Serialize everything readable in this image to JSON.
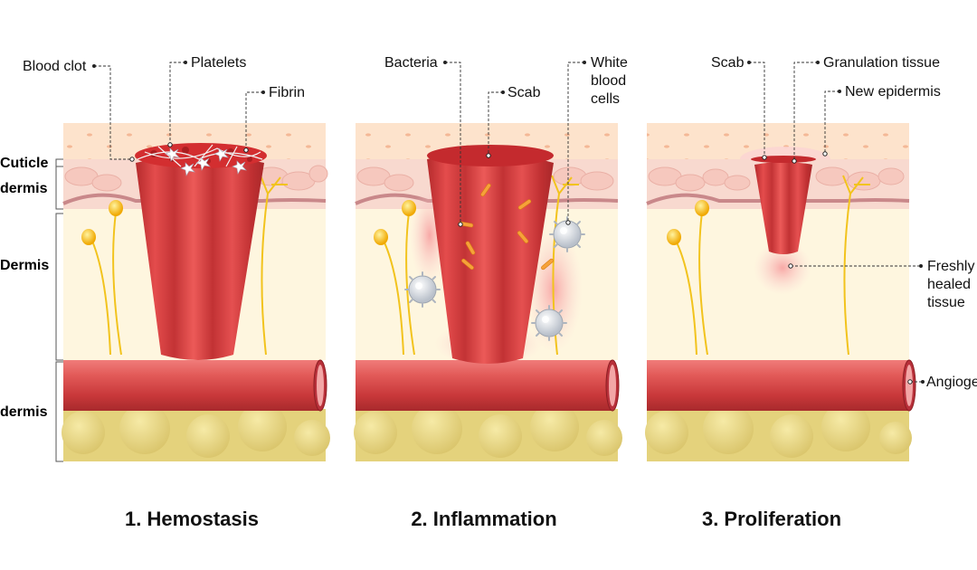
{
  "side_labels": {
    "cuticle": "Cuticle",
    "epidermis": "dermis",
    "dermis": "Dermis",
    "hypodermis": "dermis"
  },
  "stages": [
    {
      "title": "1. Hemostasis",
      "labels": {
        "blood_clot": "Blood clot",
        "platelets": "Platelets",
        "fibrin": "Fibrin"
      }
    },
    {
      "title": "2. Inflammation",
      "labels": {
        "bacteria": "Bacteria",
        "scab": "Scab",
        "white_blood_cells": [
          "White",
          "blood",
          "cells"
        ]
      }
    },
    {
      "title": "3. Proliferation",
      "labels": {
        "scab": "Scab",
        "granulation_tissue": "Granulation tissue",
        "new_epidermis": "New epidermis",
        "freshly_healed_tissue": [
          "Freshly",
          "healed",
          "tissue"
        ],
        "angiogenesis": "Angioge"
      }
    }
  ],
  "colors": {
    "surface": "#fde3cc",
    "dermis": "#fef6df",
    "fat": "#e4d27c",
    "vessel": "#d94a4a",
    "clot": "#d8383a",
    "nerve": "#f2c31d"
  }
}
